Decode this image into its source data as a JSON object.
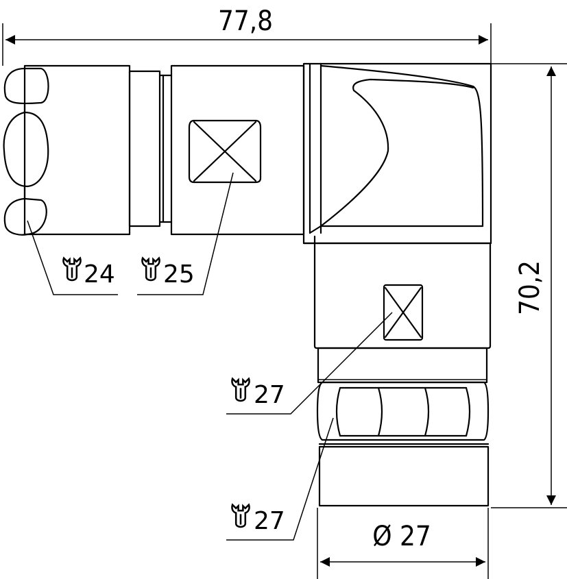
{
  "dimensions": {
    "overall_width": "77,8",
    "overall_height": "70,2",
    "diameter": "Ø 27"
  },
  "wrench_sizes": {
    "nut_left": "24",
    "body_left": "25",
    "body_bottom": "27",
    "nut_bottom": "27"
  },
  "icons": {
    "wrench": "wrench-icon"
  }
}
